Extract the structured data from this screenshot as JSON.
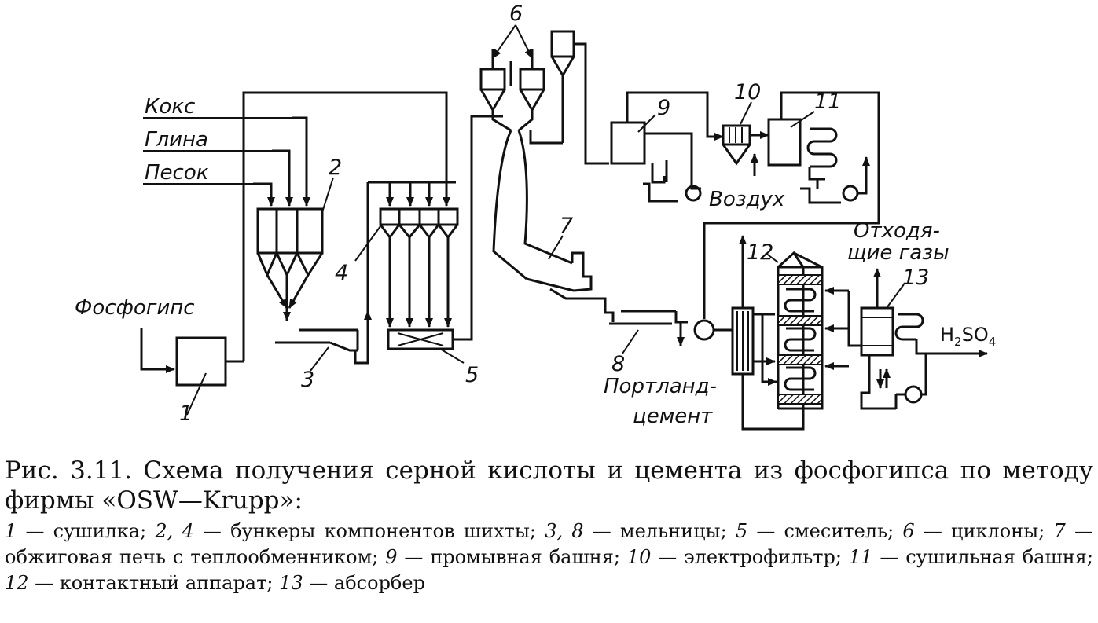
{
  "diagram": {
    "labels": {
      "koks": "Кокс",
      "glina": "Глина",
      "pesok": "Песок",
      "fosfogips": "Фосфогипс",
      "vozdukh": "Воздух",
      "otkhodyashchie_line1": "Отходя-",
      "otkhodyashchie_line2": "щие газы",
      "h2so4_main": "H",
      "h2so4_sub1": "2",
      "h2so4_mid": "SO",
      "h2so4_sub2": "4",
      "portland_line1": "Портланд-",
      "portland_line2": "цемент"
    },
    "numbers": {
      "n1": "1",
      "n2": "2",
      "n3": "3",
      "n4": "4",
      "n5": "5",
      "n6": "6",
      "n7": "7",
      "n8": "8",
      "n9": "9",
      "n10": "10",
      "n11": "11",
      "n12": "12",
      "n13": "13"
    }
  },
  "caption": {
    "title": "Рис. 3.11. Схема получения серной кислоты и цемента из фосфогипса по методу фирмы «OSW—Krupp»:",
    "legend": [
      {
        "num": "1",
        "text": " — сушилка; "
      },
      {
        "num": "2, 4",
        "text": " — бункеры компонентов шихты; "
      },
      {
        "num": "3, 8",
        "text": " — мельницы; "
      },
      {
        "num": "5",
        "text": " — смеситель; "
      },
      {
        "num": "6",
        "text": " — циклоны; "
      },
      {
        "num": "7",
        "text": " — обжиговая печь с теплообменником; "
      },
      {
        "num": "9",
        "text": " — промывная башня; "
      },
      {
        "num": "10",
        "text": " — электрофильтр; "
      },
      {
        "num": "11",
        "text": " — сушильная башня; "
      },
      {
        "num": "12",
        "text": " — контактный аппарат; "
      },
      {
        "num": "13",
        "text": " — абсорбер"
      }
    ]
  }
}
